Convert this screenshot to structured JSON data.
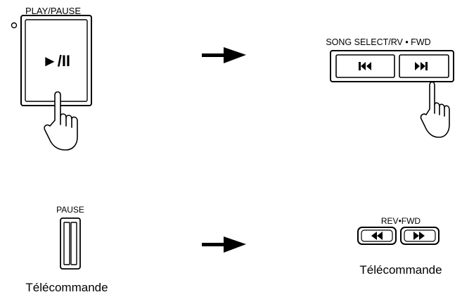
{
  "main_unit": {
    "play_pause_label": "PLAY/PAUSE",
    "play_pause_symbol": "►/II",
    "song_select_label": "SONG SELECT/RV • FWD"
  },
  "remote": {
    "pause_label": "PAUSE",
    "rev_fwd_label": "REV•FWD",
    "caption_left": "Télécommande",
    "caption_right": "Télécommande"
  },
  "icons": {
    "indicator": "indicator-led-icon",
    "finger": "pointing-finger-icon",
    "arrow": "right-arrow-icon",
    "skip_back": "skip-back-icon",
    "skip_forward": "skip-forward-icon",
    "rewind": "rewind-icon",
    "fast_forward": "fast-forward-icon"
  },
  "colors": {
    "ink": "#000000",
    "background": "#ffffff"
  }
}
